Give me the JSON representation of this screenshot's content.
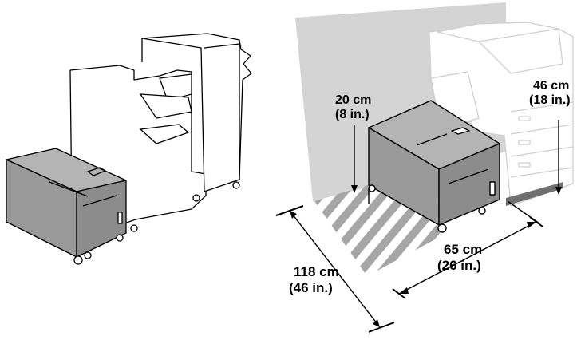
{
  "colors": {
    "wall": "#d4d4d4",
    "module_side": "#8c8c8c",
    "module_front": "#9a9a9a",
    "module_top": "#b4b4b4",
    "hatch": "#a6a6a6",
    "ghost_printer": "#cfcfcf",
    "line": "#000000"
  },
  "icons": {
    "left_printer": "printer-with-finisher-icon",
    "right_printer": "ghost-printer-icon",
    "module": "high-capacity-feeder-icon"
  },
  "dimensions": {
    "rear_gap": {
      "metric": "20 cm",
      "imperial": "(8 in.)"
    },
    "side_gap": {
      "metric": "46 cm",
      "imperial": "(18 in.)"
    },
    "width": {
      "metric": "65 cm",
      "imperial": "(26 in.)"
    },
    "depth": {
      "metric": "118 cm",
      "imperial": "(46 in.)"
    }
  }
}
